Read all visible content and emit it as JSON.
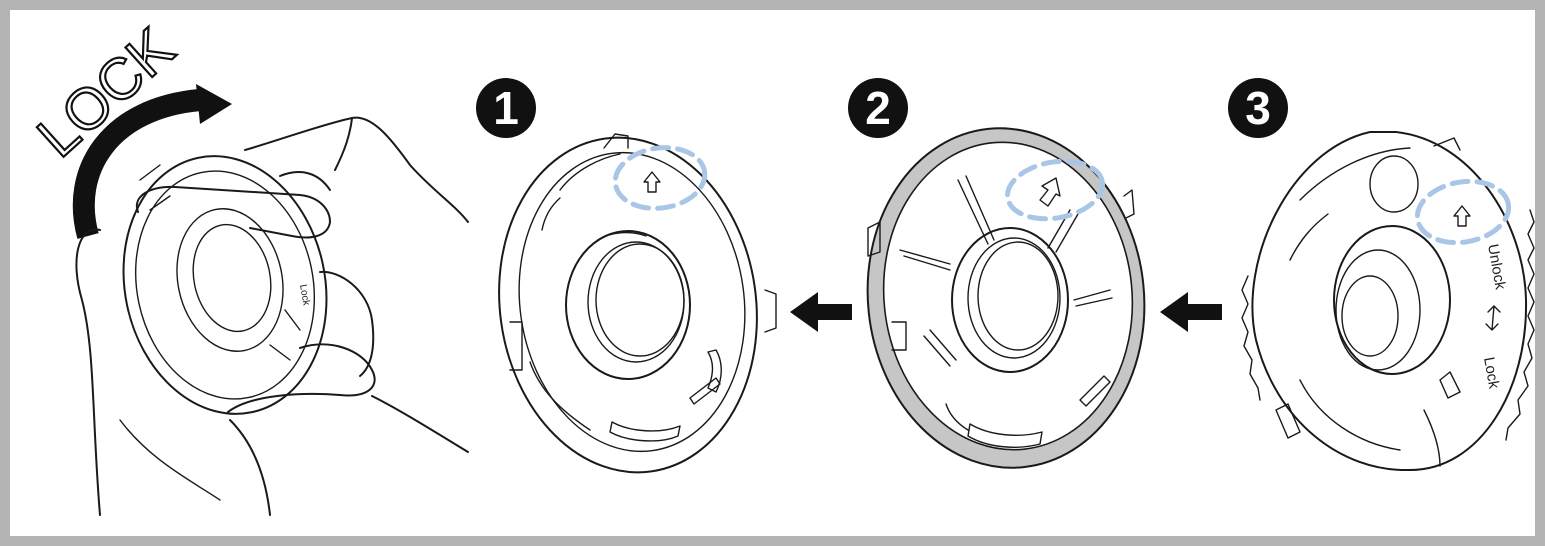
{
  "panel0": {
    "rotate_text": "LOCK",
    "part_label": "Lock"
  },
  "steps": [
    {
      "number": "1"
    },
    {
      "number": "2"
    },
    {
      "number": "3"
    }
  ],
  "panel3": {
    "unlock_label": "Unlock",
    "lock_label": "Lock"
  },
  "colors": {
    "frame": "#b4b4b4",
    "highlight": "#a9c6e6",
    "gasket": "#c6c6c6",
    "ink": "#111111"
  },
  "icons": [
    "hand-rotate-illustration",
    "arrow-left-icon",
    "up-arrow-icon",
    "rotate-arrow-icon"
  ]
}
